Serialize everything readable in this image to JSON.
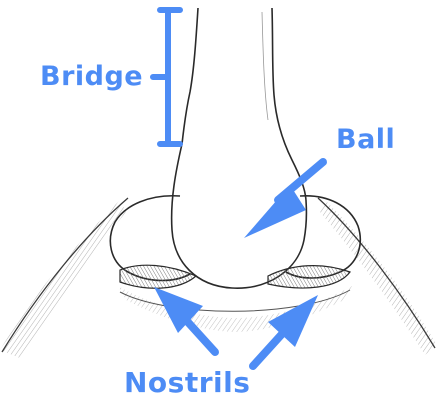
{
  "labels": {
    "bridge": "Bridge",
    "ball": "Ball",
    "nostrils": "Nostrils"
  },
  "colors": {
    "annotation": "#4d8cf5",
    "sketch": "#2a2a2a",
    "shading": "#8a8a8a"
  }
}
